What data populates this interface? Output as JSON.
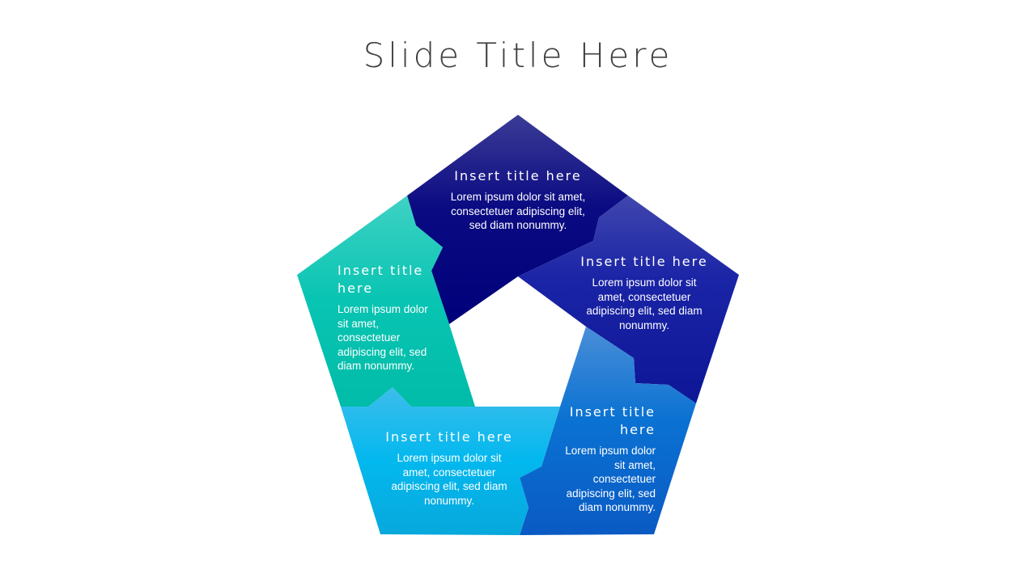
{
  "slide_title": "Slide Title Here",
  "segments": [
    {
      "title": "Insert title here",
      "body": "Lorem ipsum dolor sit amet, consectetuer adipiscing elit, sed diam nonummy."
    },
    {
      "title": "Insert title here",
      "body": "Lorem ipsum dolor sit amet, consectetuer adipiscing elit, sed diam nonummy."
    },
    {
      "title": "Insert title here",
      "body": "Lorem ipsum dolor sit amet, consectetuer adipiscing elit, sed diam nonummy."
    },
    {
      "title": "Insert title here",
      "body": "Lorem ipsum dolor sit amet, consectetuer adipiscing elit, sed diam nonummy."
    },
    {
      "title": "Insert title here",
      "body": "Lorem ipsum dolor sit amet, consectetuer adipiscing elit, sed diam nonummy."
    }
  ],
  "colors": {
    "top": "#0a0a82",
    "right": "#1420a0",
    "bottom_right": "#0a64c8",
    "bottom_left": "#08b4e6",
    "left": "#06c2b0"
  }
}
